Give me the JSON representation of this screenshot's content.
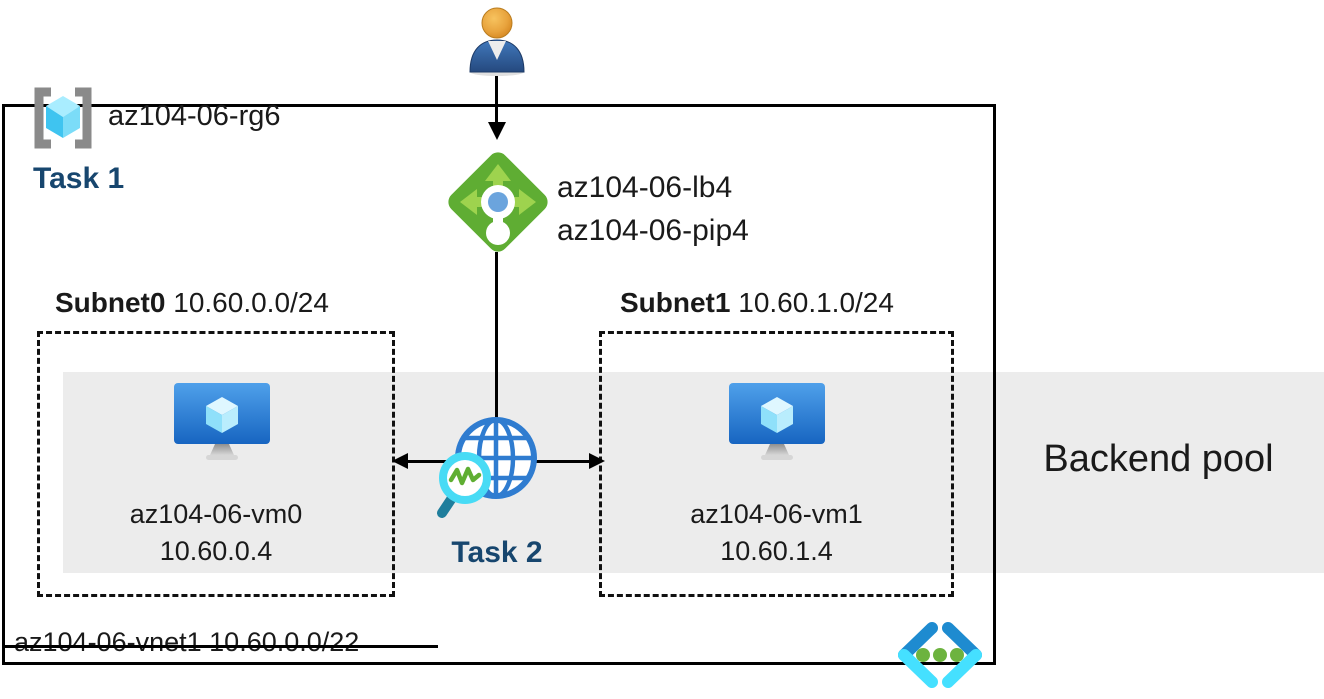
{
  "diagram": {
    "resource_group": {
      "name": "az104-06-rg6",
      "task": "Task 1"
    },
    "load_balancer": {
      "name": "az104-06-lb4",
      "public_ip": "az104-06-pip4"
    },
    "subnets": [
      {
        "name": "Subnet0",
        "cidr": "10.60.0.0/24",
        "vm_name": "az104-06-vm0",
        "vm_ip": "10.60.0.4"
      },
      {
        "name": "Subnet1",
        "cidr": "10.60.1.0/24",
        "vm_name": "az104-06-vm1",
        "vm_ip": "10.60.1.4"
      }
    ],
    "network_watcher": {
      "task": "Task 2"
    },
    "backend_pool_label": "Backend pool",
    "vnet": {
      "name": "az104-06-vnet1",
      "cidr": "10.60.0.0/22"
    }
  },
  "icons": {
    "user": "user-icon",
    "resource_group": "resource-group-icon",
    "load_balancer": "load-balancer-icon",
    "virtual_machine": "virtual-machine-icon",
    "network_watcher": "network-watcher-icon",
    "code_brackets": "code-brackets-icon"
  },
  "colors": {
    "task_text": "#17466e",
    "backend_band": "#ececec",
    "lb_green": "#5fad33",
    "lb_arrow_green": "#9ed34e",
    "vm_blue": "#2f7cd0",
    "accent_cyan": "#45e0ff",
    "dot_green": "#6db33f",
    "person_orange": "#e8a33d",
    "border": "#000000"
  }
}
